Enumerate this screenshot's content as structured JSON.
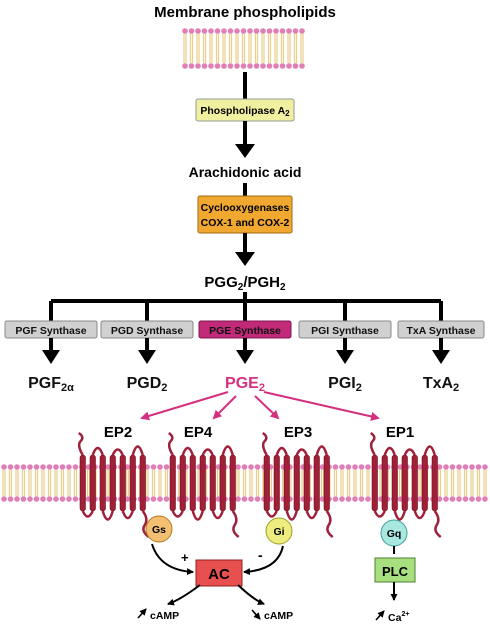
{
  "title": "Membrane phospholipids",
  "phospholipase": {
    "label": "Phospholipase A",
    "sub": "2"
  },
  "arachidonic": "Arachidonic acid",
  "cox": {
    "line1": "Cyclooxygenases",
    "line2": "COX-1 and COX-2"
  },
  "pgg_pgh": {
    "a": "PGG",
    "a_sub": "2",
    "sep": "/PGH",
    "b_sub": "2"
  },
  "synthases": [
    "PGF Synthase",
    "PGD Synthase",
    "PGE Synthase",
    "PGI Synthase",
    "TxA Synthase"
  ],
  "products": [
    {
      "base": "PGF",
      "sub": "2α"
    },
    {
      "base": "PGD",
      "sub": "2"
    },
    {
      "base": "PGE",
      "sub": "2"
    },
    {
      "base": "PGI",
      "sub": "2"
    },
    {
      "base": "TxA",
      "sub": "2"
    }
  ],
  "receptors": [
    "EP2",
    "EP4",
    "EP3",
    "EP1"
  ],
  "g_proteins": {
    "gs": "Gs",
    "gi": "Gi",
    "gq": "Gq"
  },
  "effectors": {
    "ac": "AC",
    "plc": "PLC"
  },
  "signs": {
    "plus": "+",
    "minus": "-"
  },
  "outputs": {
    "camp_up": "cAMP",
    "camp_down": "cAMP",
    "ca": "Ca",
    "ca_sup": "2+"
  },
  "colors": {
    "lipid_head": "#e07fb5",
    "lipid_tail": "#e8cf8a",
    "phospholipase_box": "#f0f0a0",
    "cox_box": "#f0a830",
    "synthase_box": "#d0d0d0",
    "pge_synthase_box": "#c02a78",
    "pge_text": "#d4307f",
    "receptor": "#a0203a",
    "gs": "#f2c070",
    "gi": "#ecec80",
    "gq": "#a8e8e0",
    "ac": "#e85050",
    "plc": "#a8e080"
  }
}
